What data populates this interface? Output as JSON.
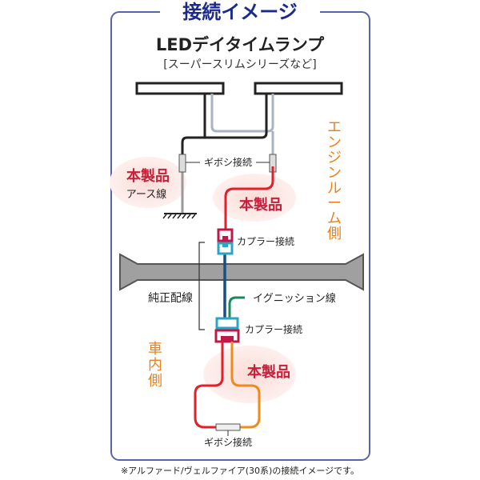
{
  "title": "接続イメージ",
  "product_name": "LEDデイタイムランプ",
  "product_series": "[スーパースリムシリーズなど]",
  "labels": {
    "product_1": "本製品",
    "earth_wire": "アース線",
    "gibosi_top": "ギボシ接続",
    "product_2": "本製品",
    "coupler_top": "カプラー接続",
    "genuine_wiring": "純正配線",
    "ignition_wire": "イグニッション線",
    "coupler_bottom": "カプラー接続",
    "product_3": "本製品",
    "gibosi_bottom": "ギボシ接続",
    "engine_room_side": [
      "エ",
      "ン",
      "ジ",
      "ン",
      "ル",
      "ー",
      "ム",
      "側"
    ],
    "cabin_side": [
      "車",
      "内",
      "側"
    ]
  },
  "footnote": "※アルファード/ヴェルファイア(30系)の接続イメージです。",
  "colors": {
    "frame": "#5a64a8",
    "title": "#1c2a8c",
    "product_text": "#c8203a",
    "side_text": "#e8821e",
    "red_wire": "#e3202a",
    "orange_wire": "#ef8a1e",
    "blue_wire": "#1a4f86",
    "green_wire": "#1a8a5a",
    "cyan_coupler": "#2aa6c4",
    "red_coupler": "#c01848",
    "highlight": "#fbe3df"
  }
}
